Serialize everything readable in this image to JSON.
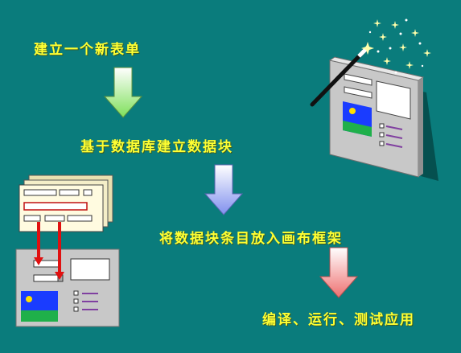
{
  "steps": [
    "建立一个新表单",
    "基于数据库建立数据块",
    "将数据块条目放入画布框架",
    "编译、运行、测试应用"
  ],
  "colors": {
    "background": "#0a7c7c",
    "text": "#ffff33",
    "arrow_green": "#a8f07a",
    "arrow_blue": "#9aa8f0",
    "arrow_red": "#f08a8a",
    "link_red": "#e01010"
  }
}
